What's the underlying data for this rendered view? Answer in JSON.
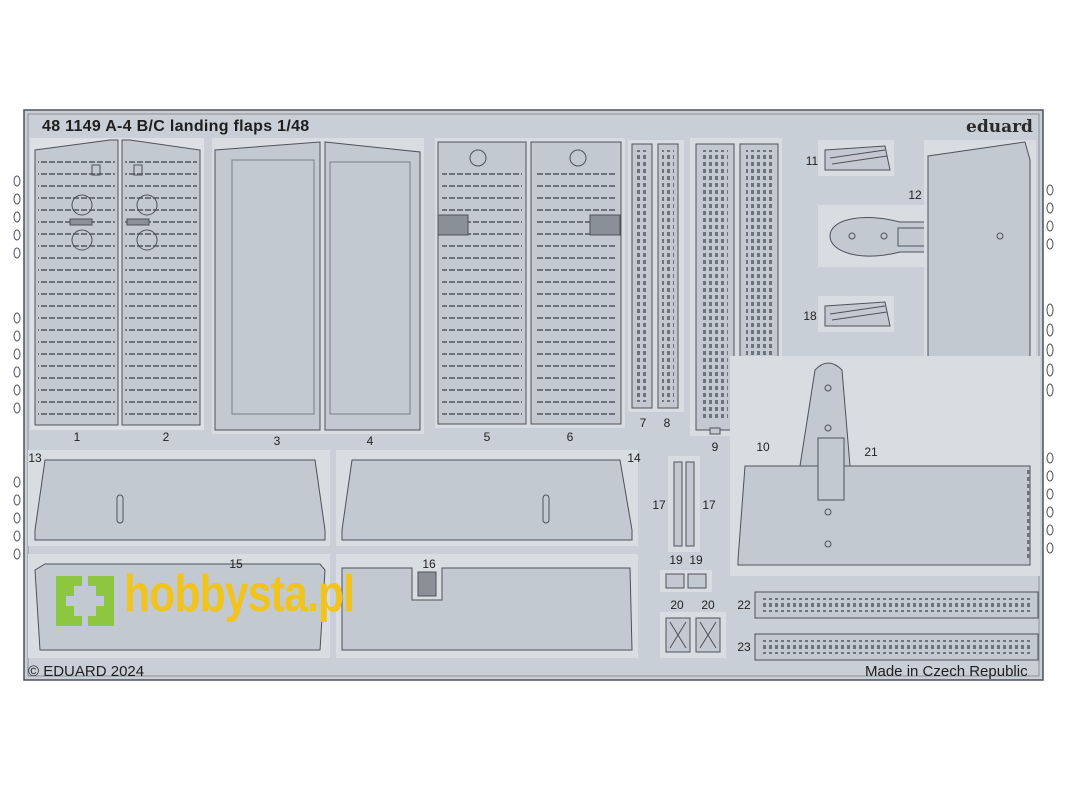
{
  "sheet": {
    "title": "48 1149  A-4 B/C landing flaps 1/48",
    "brand": "eduard",
    "copyright": "© EDUARD 2024",
    "made_in": "Made in Czech Republic"
  },
  "part_numbers": {
    "p1": "1",
    "p2": "2",
    "p3": "3",
    "p4": "4",
    "p5": "5",
    "p6": "6",
    "p7": "7",
    "p8": "8",
    "p9": "9",
    "p10": "10",
    "p11": "11",
    "p12": "12",
    "p13": "13",
    "p14": "14",
    "p15": "15",
    "p16": "16",
    "p17a": "17",
    "p17b": "17",
    "p18": "18",
    "p19a": "19",
    "p19b": "19",
    "p20a": "20",
    "p20b": "20",
    "p21": "21",
    "p22": "22",
    "p23": "23"
  },
  "watermark": {
    "text": "hobbysta.pl",
    "logo_icon": "puzzle-bracket-logo",
    "text_color": "#f0c41c",
    "logo_color": "#8dc63f"
  },
  "colors": {
    "fret": "#c9cfd6",
    "part": "#c3c9d0",
    "outline": "#5a5f66",
    "panel_line": "#7a8088"
  }
}
